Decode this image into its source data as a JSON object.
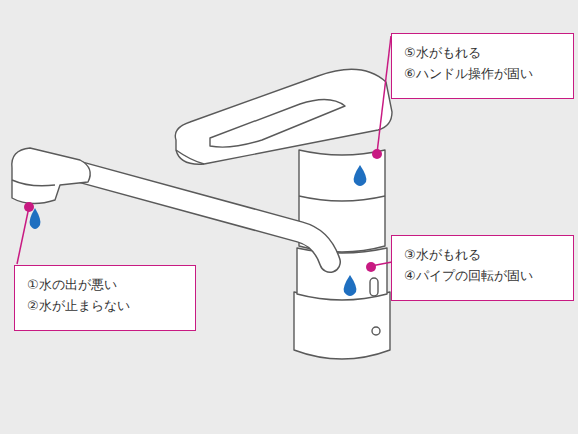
{
  "diagram": {
    "nodes": [
      {
        "text": [
          "⑤水がもれる",
          "⑥ハンドル操作が固い"
        ]
      },
      {
        "text": [
          "③水がもれる",
          "④パイプの回転が固い"
        ]
      },
      {
        "text": [
          "①水の出が悪い",
          "②水が止まらない"
        ]
      }
    ]
  }
}
